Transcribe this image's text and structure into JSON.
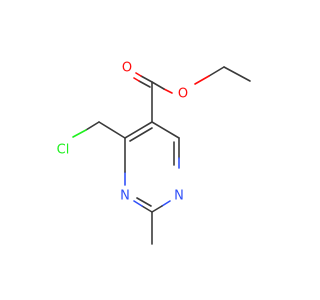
{
  "atoms": {
    "o_carbonyl": "O",
    "o_ester": "O",
    "cl": "Cl",
    "n_left": "N",
    "n_right": "N"
  },
  "colors": {
    "bond": "#3a3a3a",
    "oxygen": "#ff0d0d",
    "nitrogen": "#3050f8",
    "chlorine": "#1ff01f"
  }
}
